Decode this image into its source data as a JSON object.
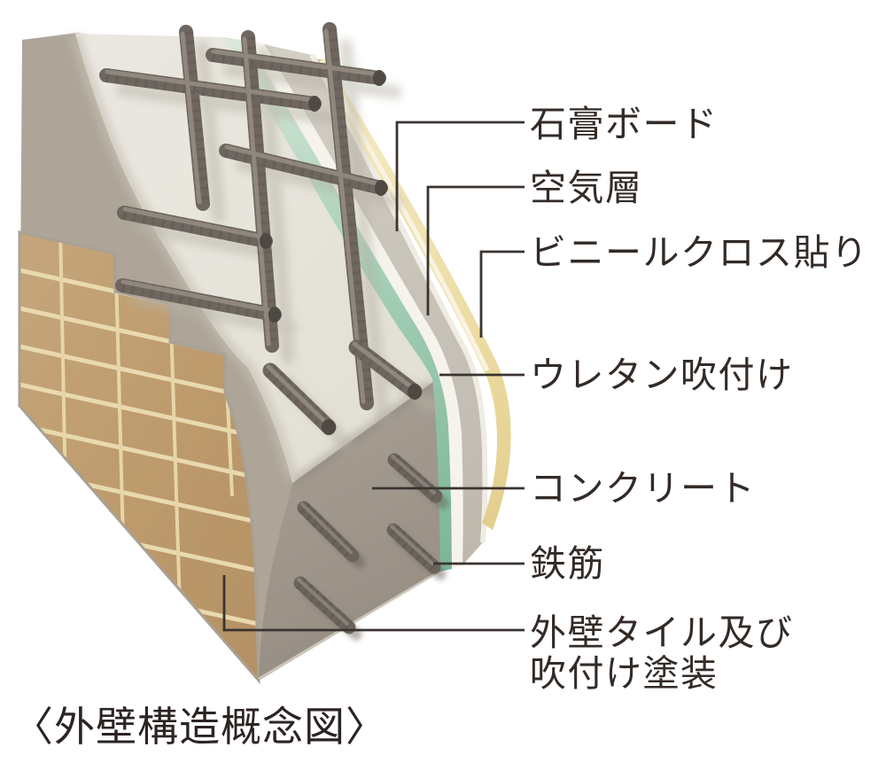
{
  "diagram": {
    "caption": "〈外壁構造概念図〉",
    "labels": {
      "gypsum_board": "石膏ボード",
      "air_layer": "空気層",
      "vinyl_cloth": "ビニールクロス貼り",
      "urethane": "ウレタン吹付け",
      "concrete": "コンクリート",
      "rebar": "鉄筋",
      "exterior_tile_line1": "外壁タイル及び",
      "exterior_tile_line2": "吹付け塗装"
    },
    "colors": {
      "tile": "#c9a26c",
      "grout": "#e9d9ae",
      "substrate_gray": "#b6ada1",
      "concrete_cut_face": "#a89f94",
      "concrete_slope": "#f3f1ea",
      "urethane_green": "#8fc2a6",
      "air_layer_board": "#c8c2b8",
      "gypsum_white": "#f5f3ec",
      "vinyl_cream": "#ecdca2",
      "rebar_steel": "#6e665f",
      "leader_line": "#3a3330",
      "text": "#332b27"
    }
  }
}
